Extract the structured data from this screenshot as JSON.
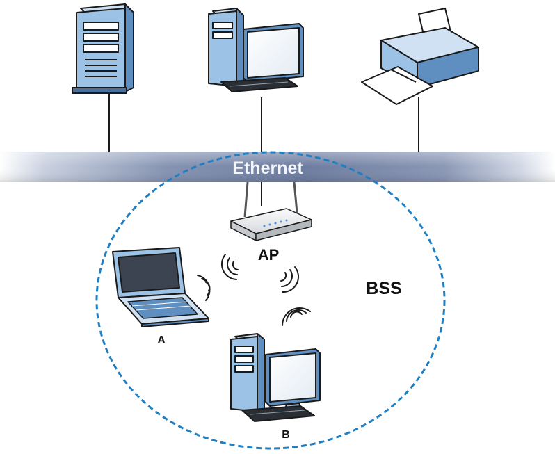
{
  "labels": {
    "ethernet": "Ethernet",
    "ap": "AP",
    "bss": "BSS",
    "station_a": "A",
    "station_b": "B"
  },
  "nodes": [
    {
      "id": "server",
      "icon": "server-tower-icon"
    },
    {
      "id": "desktop",
      "icon": "desktop-computer-icon"
    },
    {
      "id": "printer",
      "icon": "printer-icon"
    },
    {
      "id": "access-point",
      "icon": "wireless-router-icon"
    },
    {
      "id": "station-a",
      "icon": "laptop-icon"
    },
    {
      "id": "station-b",
      "icon": "desktop-computer-icon"
    }
  ],
  "colors": {
    "device_blue": "#9cc3e6",
    "device_blue_dark": "#5f8fc0",
    "outline": "#1a1a1a",
    "ethernet_band": "#7f8fae",
    "ethernet_band_light": "#dfe5ef",
    "bss_boundary": "#1f7fc2"
  }
}
